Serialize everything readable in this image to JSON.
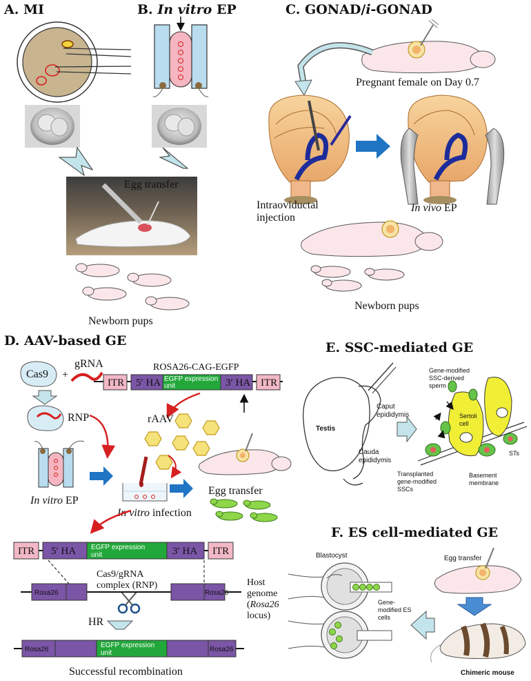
{
  "panel_a": {
    "title": "A. MI",
    "egg_transfer": "Egg transfer",
    "newborn": "Newborn pups"
  },
  "panel_b": {
    "title_prefix": "B.",
    "title_italic": "In vitro",
    "title_suffix": "EP"
  },
  "panel_c": {
    "title_prefix": "C. GONAD/",
    "title_italic": "i",
    "title_suffix": "-GONAD",
    "pregnant": "Pregnant female on Day 0.7",
    "intraoviductal_1": "Intraoviductal",
    "intraoviductal_2": "injection",
    "invivo_italic": "In vivo",
    "invivo_suffix": "EP",
    "newborn": "Newborn pups"
  },
  "panel_d": {
    "title": "D. AAV-based GE",
    "cas9": "Cas9",
    "plus": "+",
    "grna": "gRNA",
    "rnp": "RNP",
    "construct_title": "ROSA26-CAG-EGFP",
    "itr": "ITR",
    "ha5": "5′ HA",
    "ha3": "3′ HA",
    "egfp_1": "EGFP expression",
    "egfp_2": "unit",
    "raav": "rAAV",
    "invitro_italic": "In vitro",
    "ep": "EP",
    "infection": "infection",
    "egg_transfer": "Egg transfer",
    "rosa26": "Rosa26",
    "rosa26_short": "Rosa26",
    "cas9_complex_1": "Cas9/gRNA",
    "cas9_complex_2": "complex (RNP)",
    "host_1": "Host",
    "host_2": "genome",
    "host_3_italic": "Rosa26",
    "host_3_open": "(",
    "host_4": "locus)",
    "hr": "HR",
    "success": "Successful recombination"
  },
  "panel_e": {
    "title": "E. SSC-mediated GE",
    "testis": "Testis",
    "caput_1": "Caput",
    "caput_2": "epididymis",
    "cauda_1": "Cauda",
    "cauda_2": "epididymis",
    "gene_mod_1": "Gene-modified",
    "gene_mod_2": "SSC-derived",
    "gene_mod_3": "sperm",
    "sertoli_1": "Sertoli",
    "sertoli_2": "cell",
    "transplanted_1": "Transplanted",
    "transplanted_2": "gene-modified",
    "transplanted_3": "SSCs",
    "basement_1": "Basement",
    "basement_2": "membrane",
    "sts": "STs"
  },
  "panel_f": {
    "title": "F. ES cell-mediated GE",
    "blastocyst": "Blastocyst",
    "gene_es_1": "Gene-",
    "gene_es_2": "modified ES",
    "gene_es_3": "cells",
    "egg_transfer": "Egg transfer",
    "chimeric": "Chimeric mouse"
  },
  "colors": {
    "itr": "#f2b8c6",
    "ha": "#7b55a6",
    "egfp": "#22a83a",
    "egg_tan": "#c8b590",
    "arrow_blue": "#1f74c4",
    "arrow_light": "#c3e4ea",
    "red": "#d62020",
    "sertoli": "#f0ef36",
    "oviduct": "#f2c58a"
  }
}
